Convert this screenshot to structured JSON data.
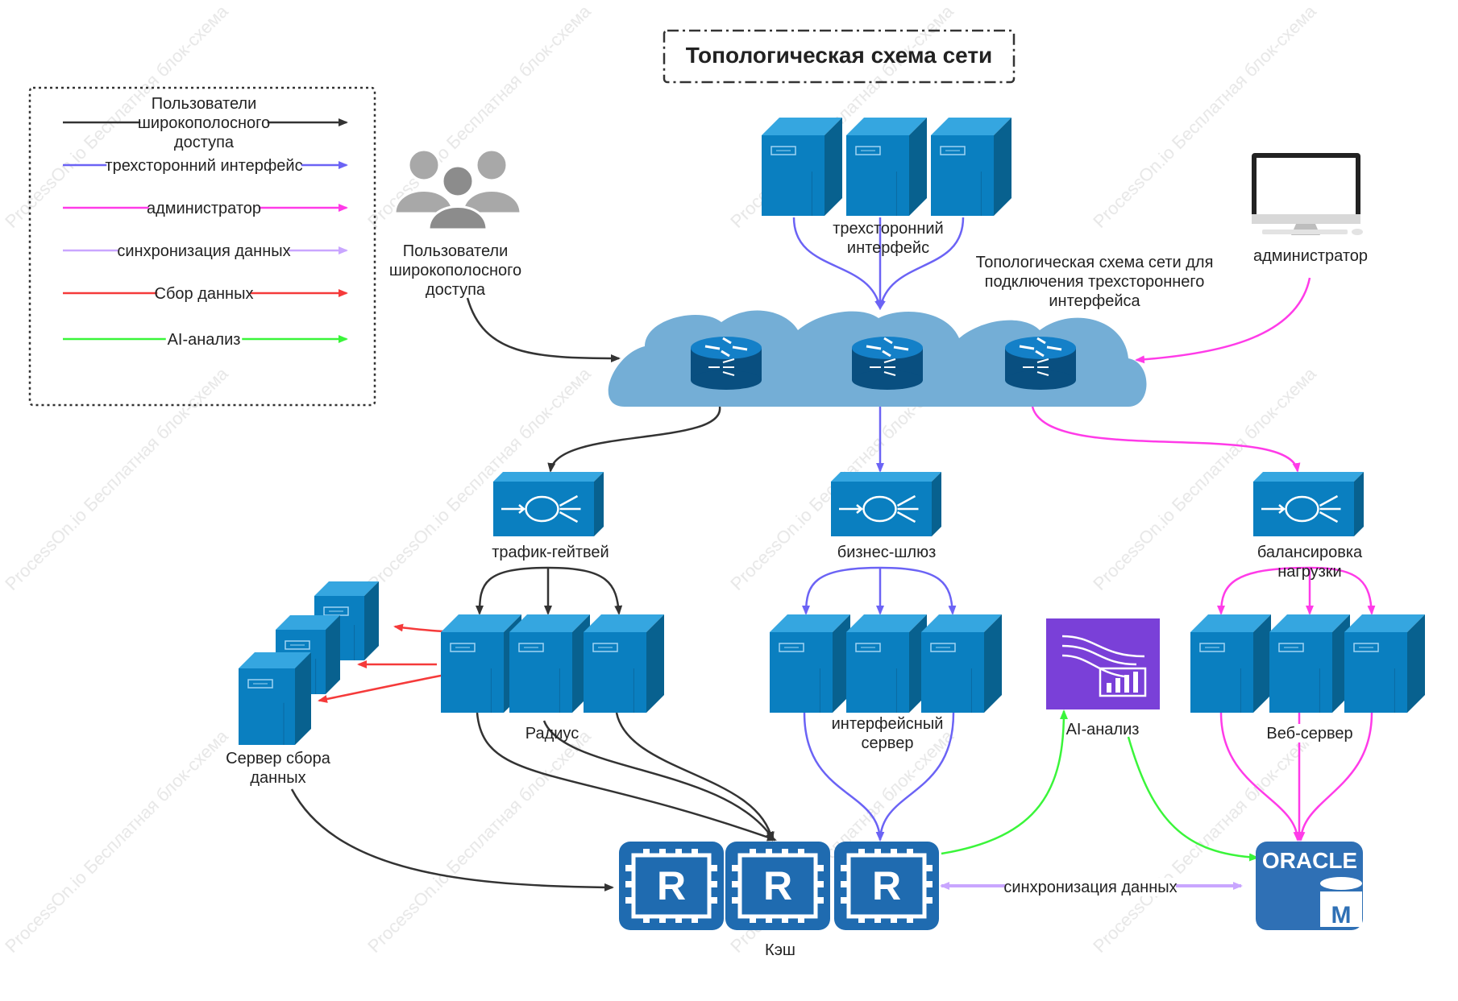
{
  "title": "Топологическая схема сети",
  "watermark": "ProcessOn.io Бесплатная блок-схема",
  "legend": {
    "items": [
      {
        "lines": [
          "Пользователи",
          "широкополосного",
          "доступа"
        ],
        "color": "#333333"
      },
      {
        "lines": [
          "трехсторонний интерфейс"
        ],
        "color": "#6b63f5"
      },
      {
        "lines": [
          "администратор"
        ],
        "color": "#ff3be8"
      },
      {
        "lines": [
          "синхронизация данных"
        ],
        "color": "#c9a6ff"
      },
      {
        "lines": [
          "Сбор данных"
        ],
        "color": "#f53a3a"
      },
      {
        "lines": [
          "AI-анализ"
        ],
        "color": "#3af53a"
      }
    ]
  },
  "labels": {
    "users": [
      "Пользователи",
      "широкополосного",
      "доступа"
    ],
    "three_way_top": [
      "трехсторонний",
      "интерфейс"
    ],
    "cloud_desc": [
      "Топологическая схема сети для",
      "подключения трехстороннего",
      "интерфейса"
    ],
    "admin": [
      "администратор"
    ],
    "traffic_gw": [
      "трафик-гейтвей"
    ],
    "business_gw": [
      "бизнес-шлюз"
    ],
    "load_balancer": [
      "балансировка",
      "нагрузки"
    ],
    "radius": [
      "Радиус"
    ],
    "collector": [
      "Сервер сбора",
      "данных"
    ],
    "interface_server": [
      "интерфейсный",
      "сервер"
    ],
    "ai": [
      "AI-анализ"
    ],
    "web_server": [
      "Веб-сервер"
    ],
    "cache": [
      "Кэш"
    ],
    "sync": [
      "синхронизация данных"
    ]
  },
  "icons": {
    "oracle_text": "ORACLE",
    "oracle_badge": "M",
    "cache_letter": "R"
  },
  "colors": {
    "server_front": "#0a7fc0",
    "server_side": "#08618f",
    "server_top": "#35a6e0",
    "cloud": "#74aed6",
    "router": "#0b6fb0",
    "ai_box": "#7a40d8",
    "cache": "#1f6bb0",
    "oracle": "#2f70b5"
  }
}
